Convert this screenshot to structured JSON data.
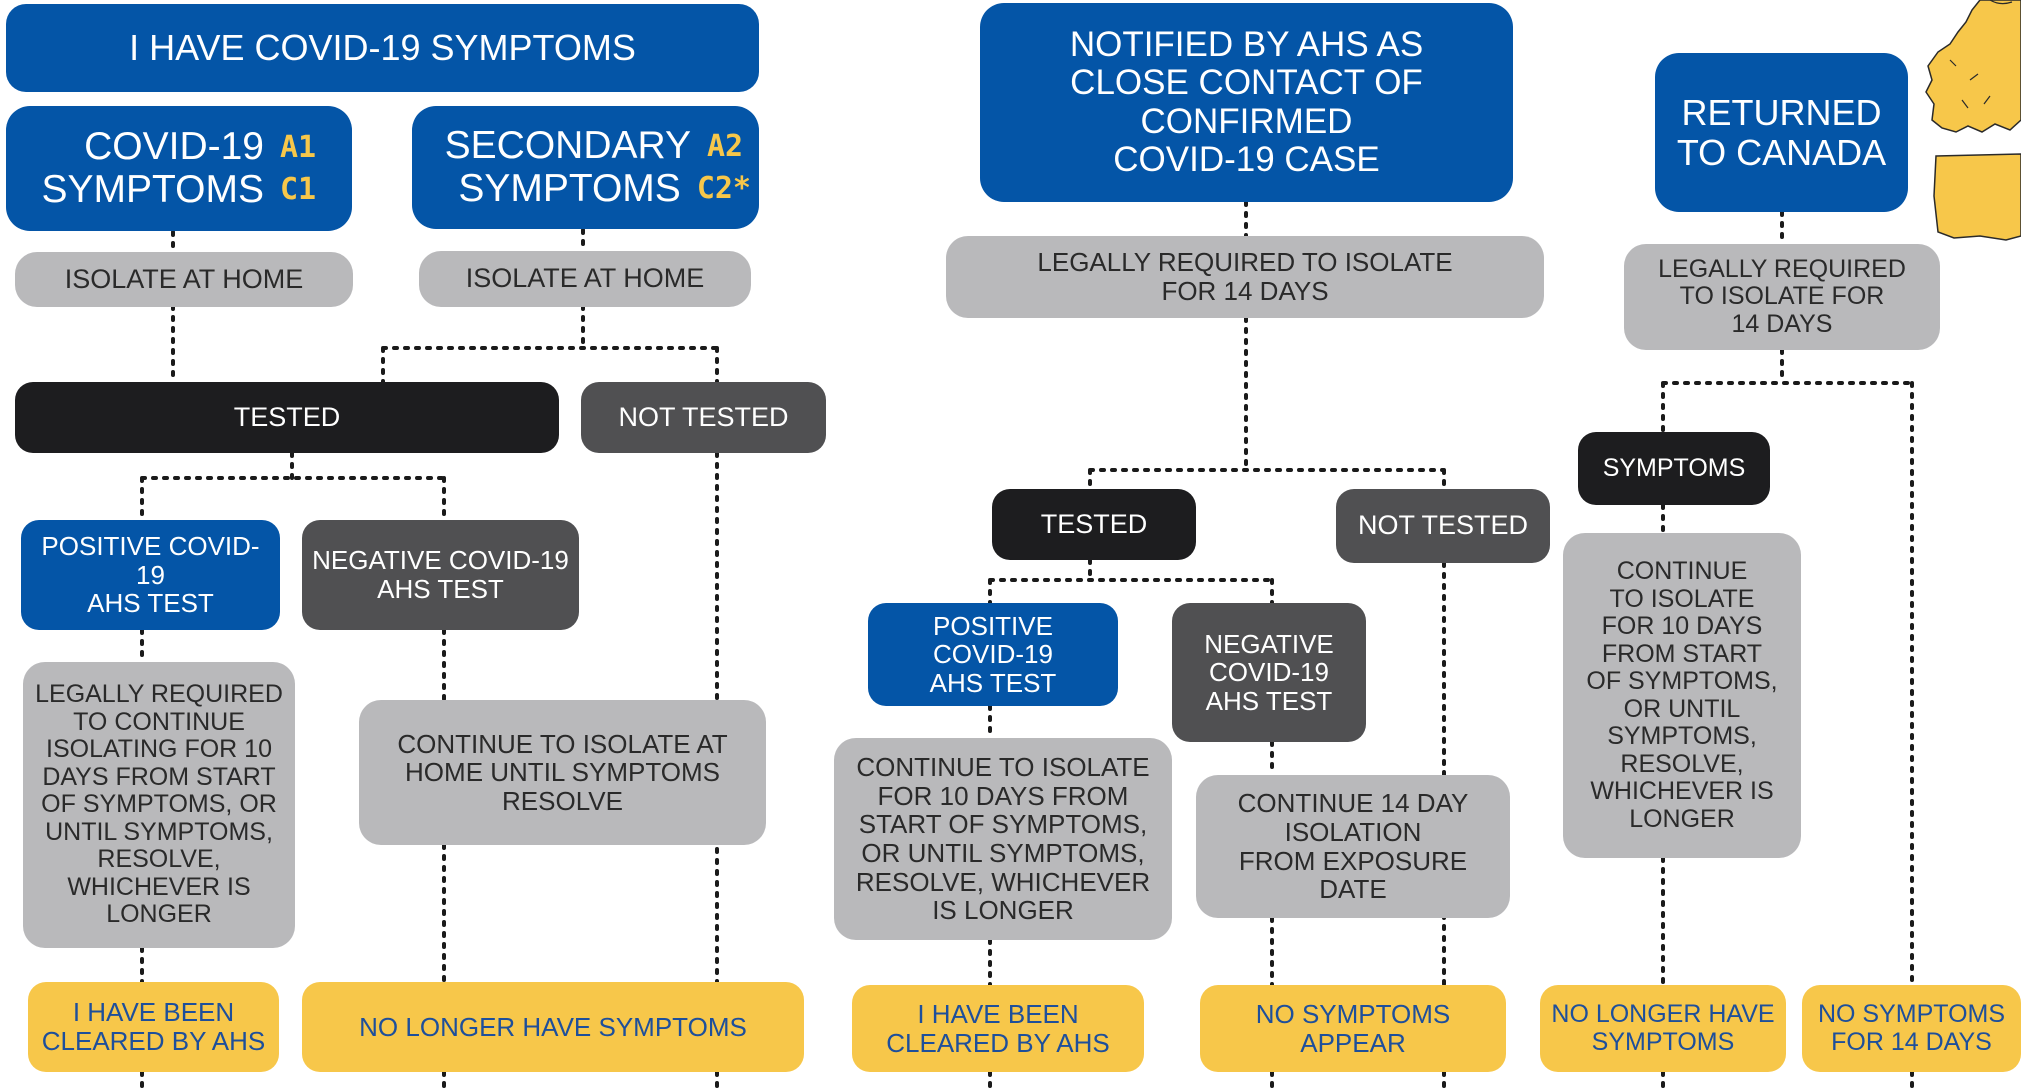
{
  "colors": {
    "blue": "#0455a7",
    "gray": "#b9b9bb",
    "dark_gray": "#505052",
    "black": "#1d1d1f",
    "yellow": "#f7c74a",
    "yellow_text": "#1e4f9b"
  },
  "symptoms_branch": {
    "header": "I HAVE COVID-19 SYMPTOMS",
    "primary": {
      "line1": "COVID-19",
      "line2": "SYMPTOMS",
      "code1": "A1",
      "code2": "C1"
    },
    "secondary": {
      "line1": "SECONDARY",
      "line2": "SYMPTOMS",
      "code1": "A2",
      "code2": "C2*"
    },
    "isolate_primary": "ISOLATE AT HOME",
    "isolate_secondary": "ISOLATE AT HOME",
    "tested": "TESTED",
    "not_tested": "NOT TESTED",
    "positive": "POSITIVE COVID-19\nAHS TEST",
    "negative": "NEGATIVE COVID-19\nAHS TEST",
    "legally_required": "LEGALLY REQUIRED\nTO CONTINUE\nISOLATING FOR 10\nDAYS FROM START\nOF SYMPTOMS, OR\nUNTIL SYMPTOMS,\nRESOLVE,\nWHICHEVER IS\nLONGER",
    "continue_isolate": "CONTINUE TO ISOLATE AT\nHOME UNTIL SYMPTOMS\nRESOLVE",
    "cleared": "I HAVE BEEN\nCLEARED BY AHS",
    "no_longer": "NO LONGER HAVE SYMPTOMS"
  },
  "contact_branch": {
    "header": "NOTIFIED BY AHS AS\nCLOSE CONTACT OF\nCONFIRMED\nCOVID-19 CASE",
    "legally_required": "LEGALLY REQUIRED TO ISOLATE\nFOR 14 DAYS",
    "tested": "TESTED",
    "not_tested": "NOT TESTED",
    "positive": "POSITIVE\nCOVID-19\nAHS TEST",
    "negative": "NEGATIVE\nCOVID-19\nAHS TEST",
    "continue_10": "CONTINUE TO ISOLATE\nFOR 10 DAYS FROM\nSTART OF SYMPTOMS,\nOR UNTIL SYMPTOMS,\nRESOLVE, WHICHEVER\nIS LONGER",
    "continue_14": "CONTINUE 14 DAY\nISOLATION\nFROM EXPOSURE\nDATE",
    "cleared": "I HAVE BEEN\nCLEARED BY AHS",
    "no_symptoms": "NO SYMPTOMS\nAPPEAR"
  },
  "travel_branch": {
    "header": "RETURNED\nTO CANADA",
    "legally_required": "LEGALLY REQUIRED\nTO ISOLATE FOR\n14 DAYS",
    "symptoms": "SYMPTOMS",
    "continue_isolate": "CONTINUE\nTO ISOLATE\nFOR 10 DAYS\nFROM START\nOF SYMPTOMS,\nOR UNTIL\nSYMPTOMS,\nRESOLVE,\nWHICHEVER IS\nLONGER",
    "no_longer": "NO LONGER HAVE\nSYMPTOMS",
    "no_symptoms_14": "NO SYMPTOMS\nFOR 14 DAYS"
  }
}
